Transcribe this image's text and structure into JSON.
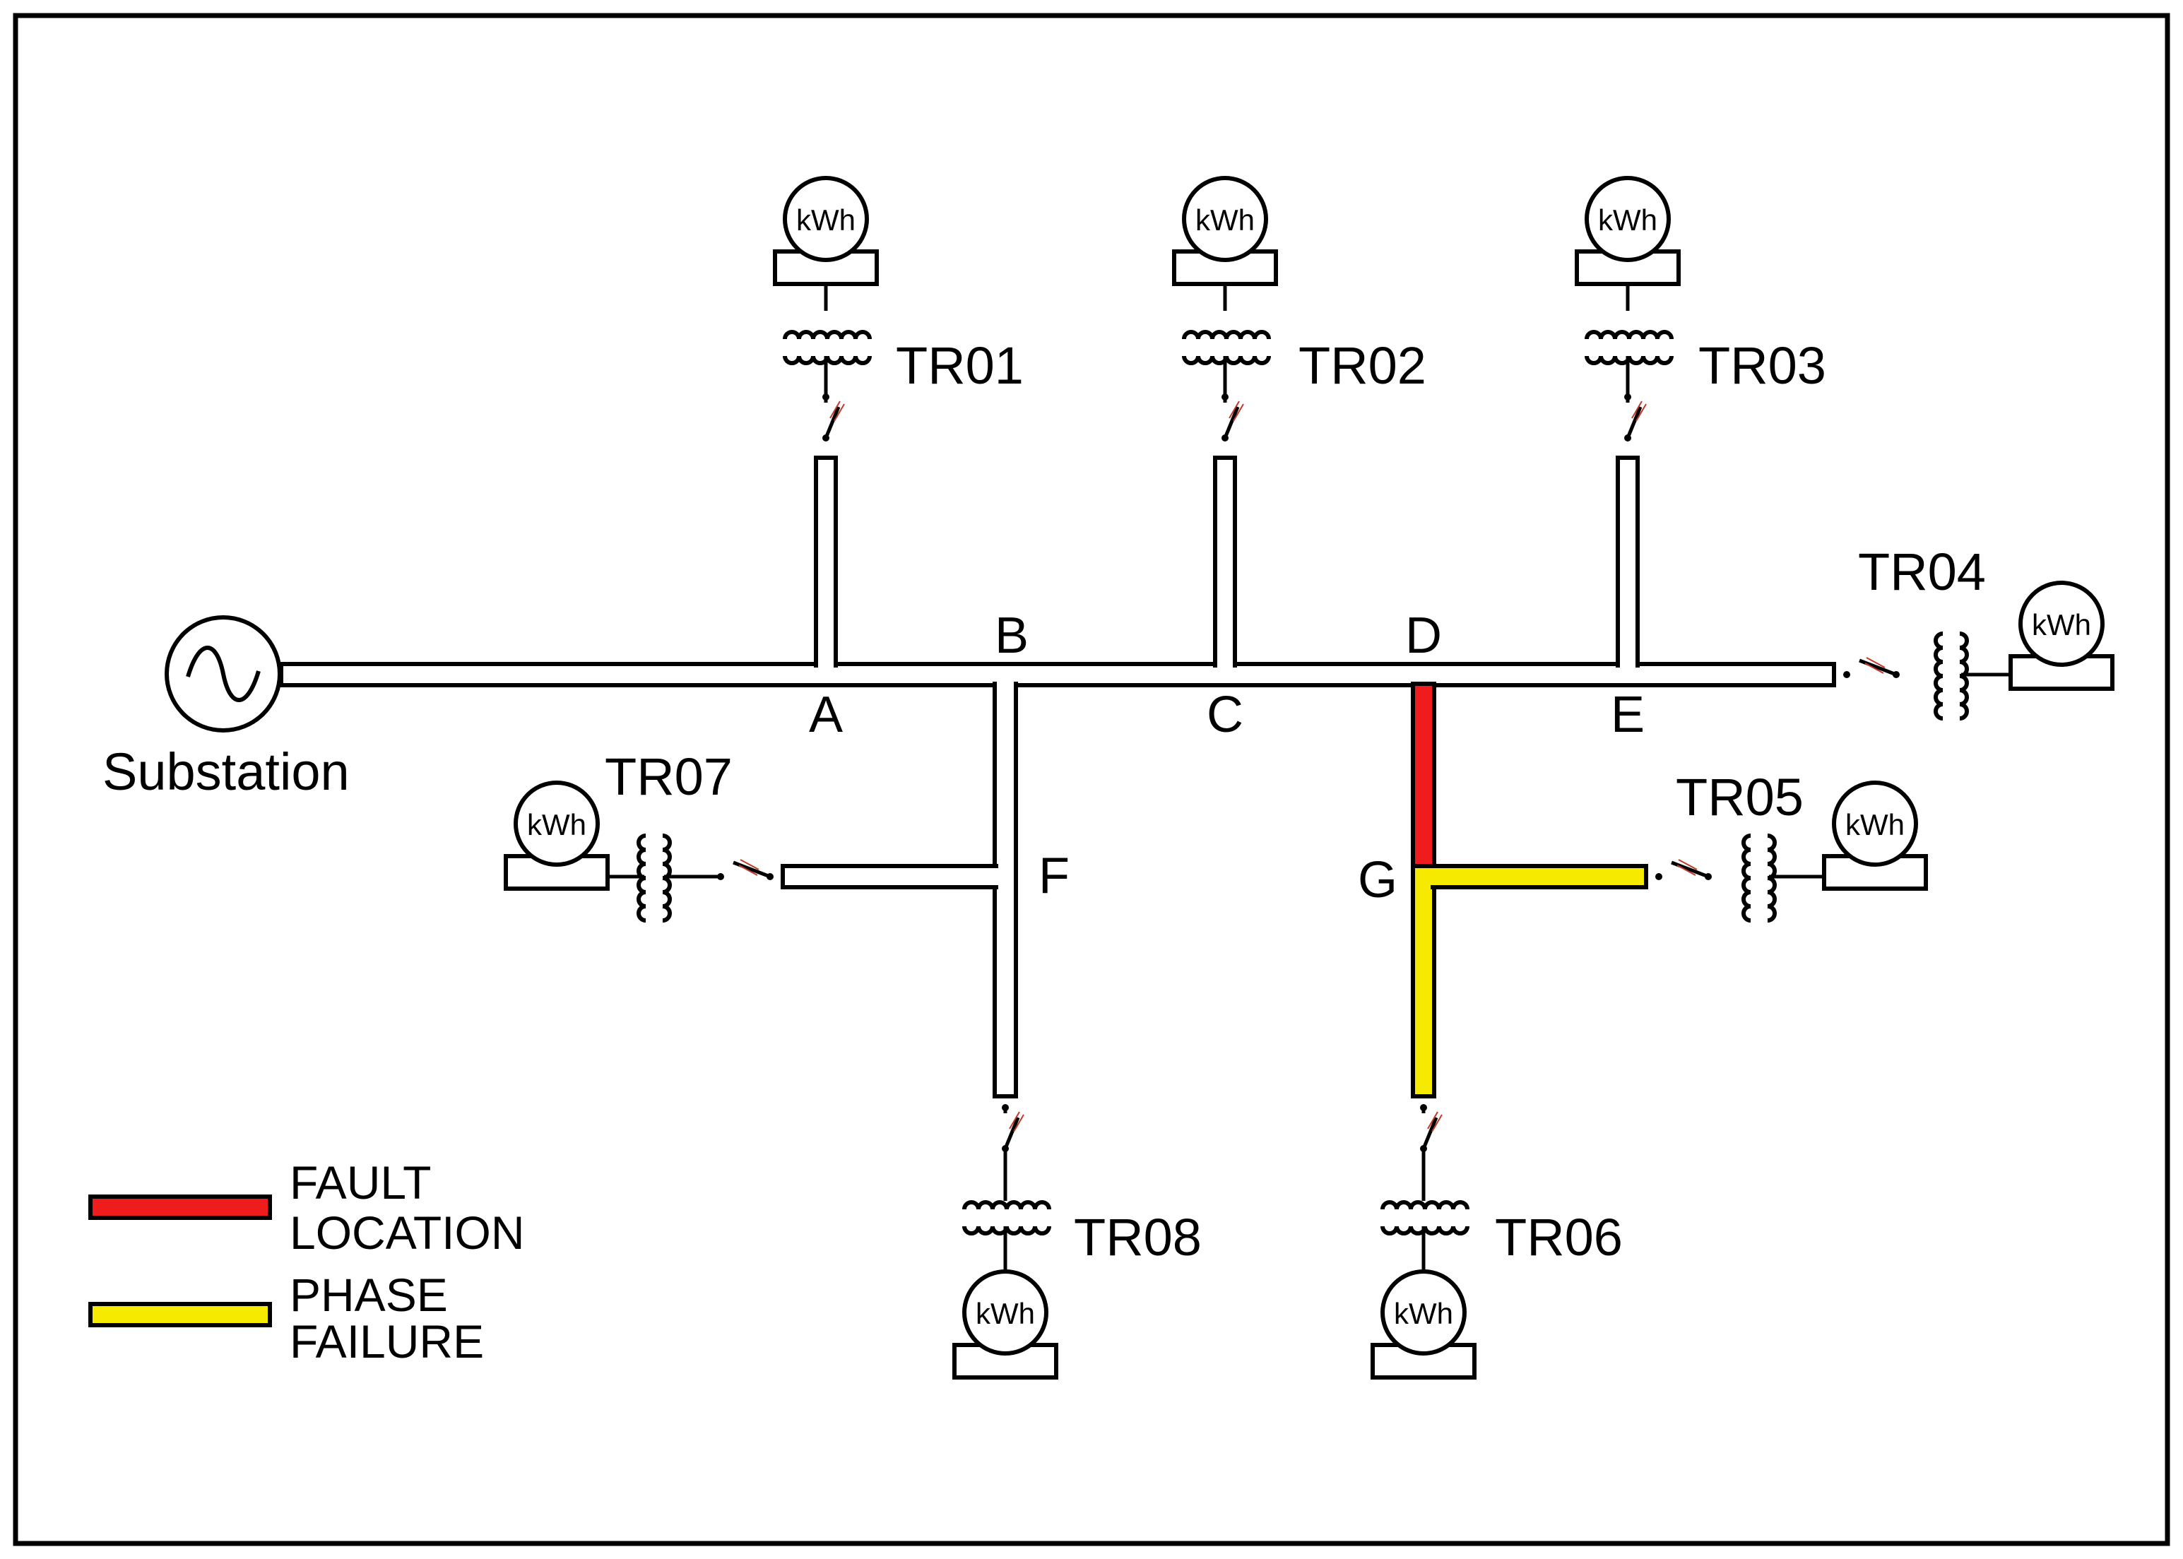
{
  "diagram": {
    "source_label": "Substation",
    "meter_label": "kWh",
    "nodes": {
      "a": "A",
      "b": "B",
      "c": "C",
      "d": "D",
      "e": "E",
      "f": "F",
      "g": "G"
    },
    "transformers": {
      "tr01": "TR01",
      "tr02": "TR02",
      "tr03": "TR03",
      "tr04": "TR04",
      "tr05": "TR05",
      "tr06": "TR06",
      "tr07": "TR07",
      "tr08": "TR08"
    },
    "legend": {
      "fault_line1": "FAULT",
      "fault_line2": "LOCATION",
      "phase_line1": "PHASE",
      "phase_line2": "FAILURE"
    },
    "colors": {
      "fault": "#ee1c1c",
      "phase_failure": "#f5ea00",
      "line": "#000000",
      "switch_mark": "#c0392b"
    }
  }
}
